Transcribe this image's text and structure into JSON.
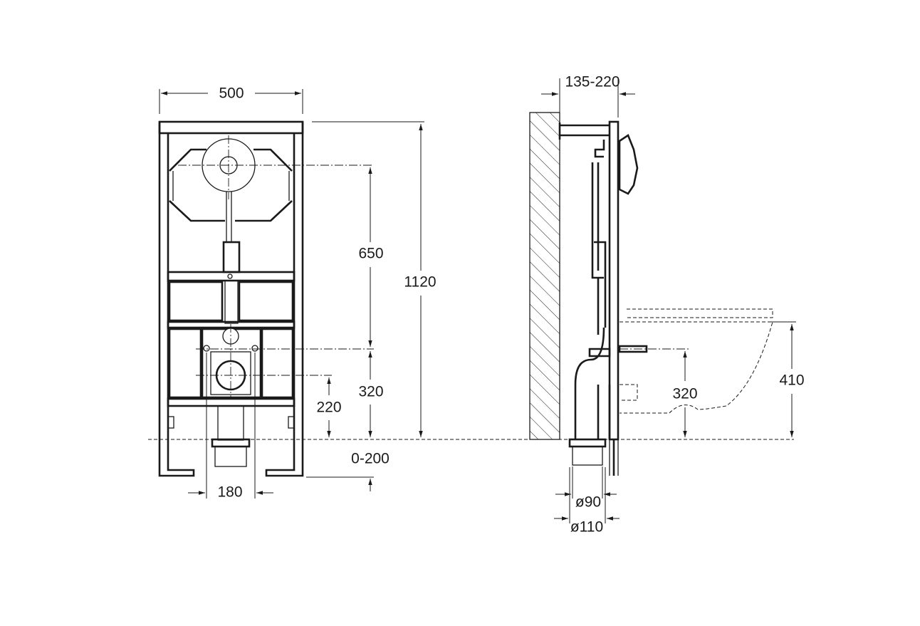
{
  "front_view": {
    "dimensions": {
      "width": "500",
      "flush_height": "650",
      "total_height": "1120",
      "outlet_height": "320",
      "supply_height": "220",
      "leg_adjust": "0-200",
      "bolt_spacing": "180"
    }
  },
  "side_view": {
    "dimensions": {
      "depth": "135-220",
      "outlet_height": "320",
      "bowl_height": "410",
      "outlet_diameter_inner": "ø90",
      "outlet_diameter_outer": "ø110"
    }
  },
  "colors": {
    "line": "#1a1a1a",
    "background": "#ffffff"
  }
}
